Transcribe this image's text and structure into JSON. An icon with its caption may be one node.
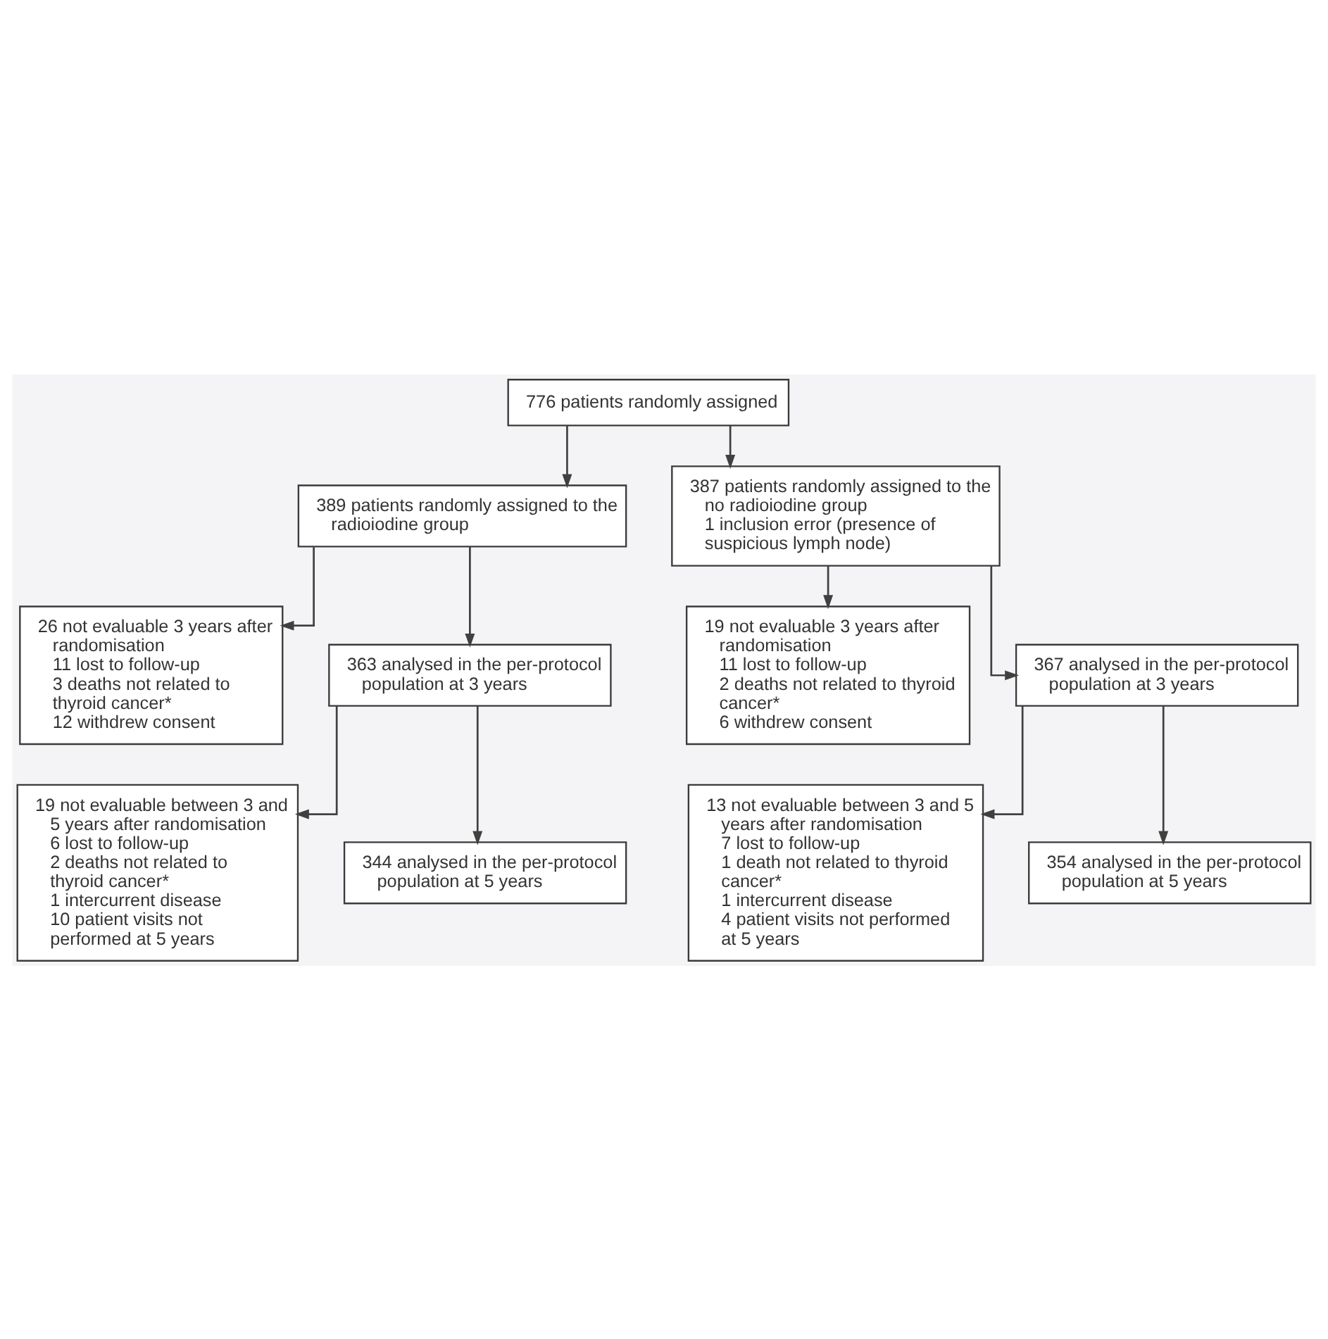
{
  "diagram": {
    "nodes": [
      {
        "text": [
          "776 patients randomly assigned"
        ]
      },
      {
        "text": [
          "389 patients randomly assigned to the radioiodine group"
        ]
      },
      {
        "text": [
          "387 patients randomly assigned to the no radioiodine group",
          "1 inclusion error (presence of suspicious lymph node)"
        ]
      },
      {
        "text": [
          "26 not evaluable 3 years after randomisation",
          "11 lost to follow-up",
          "3 deaths not related to thyroid cancer*",
          "12 withdrew consent"
        ]
      },
      {
        "text": [
          "19 not evaluable 3 years after randomisation",
          "11 lost to follow-up",
          "2 deaths not related to thyroid cancer*",
          "6 withdrew consent"
        ]
      },
      {
        "text": [
          "363 analysed in the per-protocol population at 3 years"
        ]
      },
      {
        "text": [
          "367 analysed in the per-protocol population at 3 years"
        ]
      },
      {
        "text": [
          "19 not evaluable between 3 and 5 years after randomisation",
          "6 lost to follow-up",
          "2 deaths not related to thyroid cancer*",
          "1 intercurrent disease",
          "10 patient visits not performed at 5 years"
        ]
      },
      {
        "text": [
          "13 not evaluable between 3 and 5 years after randomisation",
          "7 lost to follow-up",
          "1 death not related to thyroid cancer*",
          "1 intercurrent disease",
          "4 patient visits not performed at 5 years"
        ]
      },
      {
        "text": [
          "344 analysed in the per-protocol population at 5 years"
        ]
      },
      {
        "text": [
          "354 analysed in the per-protocol population at 5 years"
        ]
      }
    ],
    "edges": [
      {
        "from": 0,
        "to": 1,
        "arrow": "to"
      },
      {
        "from": 0,
        "to": 2,
        "arrow": "to"
      },
      {
        "from": 1,
        "to": 3,
        "arrow": "to"
      },
      {
        "from": 1,
        "to": 5,
        "arrow": "to"
      },
      {
        "from": 2,
        "to": 4,
        "arrow": "to"
      },
      {
        "from": 2,
        "to": 6,
        "arrow": "to"
      },
      {
        "from": 5,
        "to": 7,
        "arrow": "to"
      },
      {
        "from": 5,
        "to": 9,
        "arrow": "to"
      },
      {
        "from": 6,
        "to": 8,
        "arrow": "to"
      },
      {
        "from": 6,
        "to": 10,
        "arrow": "to"
      }
    ]
  }
}
